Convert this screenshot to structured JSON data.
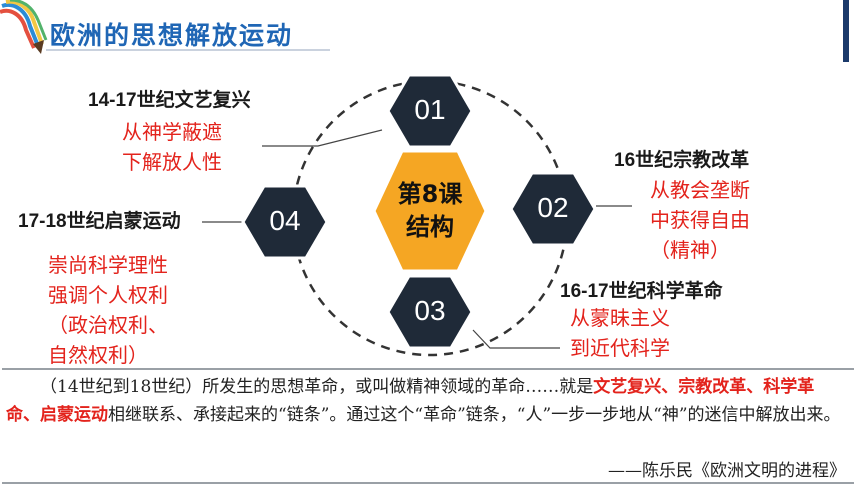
{
  "title": "欧洲的思想解放运动",
  "center": {
    "line1": "第8课",
    "line2": "结构"
  },
  "nodes": [
    {
      "num": "01",
      "topic": "14-17世纪文艺复兴",
      "lines": [
        "从神学蔽遮",
        "下解放人性"
      ]
    },
    {
      "num": "02",
      "topic": "16世纪宗教改革",
      "lines": [
        "从教会垄断",
        "中获得自由",
        "（精神）"
      ]
    },
    {
      "num": "03",
      "topic": "16-17世纪科学革命",
      "lines": [
        "从蒙昧主义",
        "到近代科学"
      ]
    },
    {
      "num": "04",
      "topic": "17-18世纪启蒙运动",
      "lines": [
        "崇尚科学理性",
        "强调个人权利",
        "（政治权利、",
        "自然权利）"
      ]
    }
  ],
  "quote": {
    "part1": "（14世纪到18世纪）所发生的思想革命，或叫做精神领域的革命……就是",
    "highlight": "文艺复兴、宗教改革、科学革命、启蒙运动",
    "part2": "相继联系、承接起来的“链条”。通过这个“革命”链条，“人”一步一步地从“神”的迷信中解放出来。",
    "source": "——陈乐民《欧洲文明的进程》"
  },
  "colors": {
    "title": "#1f66b5",
    "hex_dark": "#1f2a38",
    "hex_center": "#f5a623",
    "red": "#e3231c"
  }
}
